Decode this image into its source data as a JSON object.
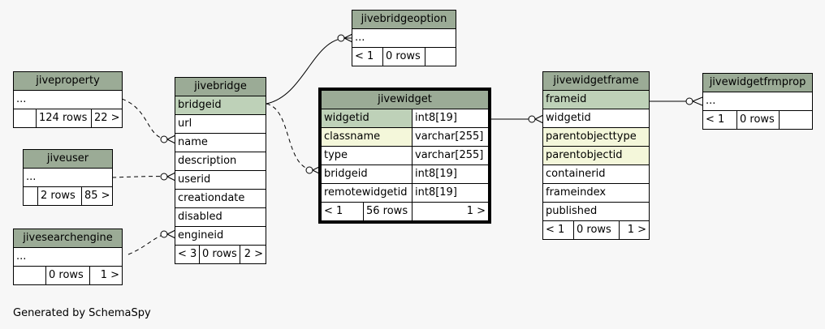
{
  "footer": "Generated by SchemaSpy",
  "tables": {
    "jivebridgeoption": {
      "name": "jivebridgeoption",
      "rows": [
        "..."
      ],
      "stats": [
        "< 1",
        "0 rows",
        ""
      ]
    },
    "jiveproperty": {
      "name": "jiveproperty",
      "rows": [
        "..."
      ],
      "stats": [
        "",
        "124 rows",
        "22 >"
      ]
    },
    "jiveuser": {
      "name": "jiveuser",
      "rows": [
        "..."
      ],
      "stats": [
        "",
        "2 rows",
        "85 >"
      ]
    },
    "jivesearchengine": {
      "name": "jivesearchengine",
      "rows": [
        "..."
      ],
      "stats": [
        "",
        "0 rows",
        "1 >"
      ]
    },
    "jivebridge": {
      "name": "jivebridge",
      "columns": [
        "bridgeid",
        "url",
        "name",
        "description",
        "userid",
        "creationdate",
        "disabled",
        "engineid"
      ],
      "stats": [
        "< 3",
        "0 rows",
        "2 >"
      ]
    },
    "jivewidget": {
      "name": "jivewidget",
      "columns": [
        {
          "name": "widgetid",
          "type": "int8[19]"
        },
        {
          "name": "classname",
          "type": "varchar[255]"
        },
        {
          "name": "type",
          "type": "varchar[255]"
        },
        {
          "name": "bridgeid",
          "type": "int8[19]"
        },
        {
          "name": "remotewidgetid",
          "type": "int8[19]"
        }
      ],
      "stats": [
        "< 1",
        "56 rows",
        "1 >"
      ]
    },
    "jivewidgetframe": {
      "name": "jivewidgetframe",
      "columns": [
        "frameid",
        "widgetid",
        "parentobjecttype",
        "parentobjectid",
        "containerid",
        "frameindex",
        "published"
      ],
      "stats": [
        "< 1",
        "0 rows",
        "1 >"
      ]
    },
    "jivewidgetfrmprop": {
      "name": "jivewidgetfrmprop",
      "rows": [
        "..."
      ],
      "stats": [
        "< 1",
        "0 rows",
        ""
      ]
    }
  },
  "colors": {
    "header": "#9bab96",
    "primary_key": "#bed1b8",
    "indexed": "#f4f7da",
    "background": "#f7f7f7"
  }
}
